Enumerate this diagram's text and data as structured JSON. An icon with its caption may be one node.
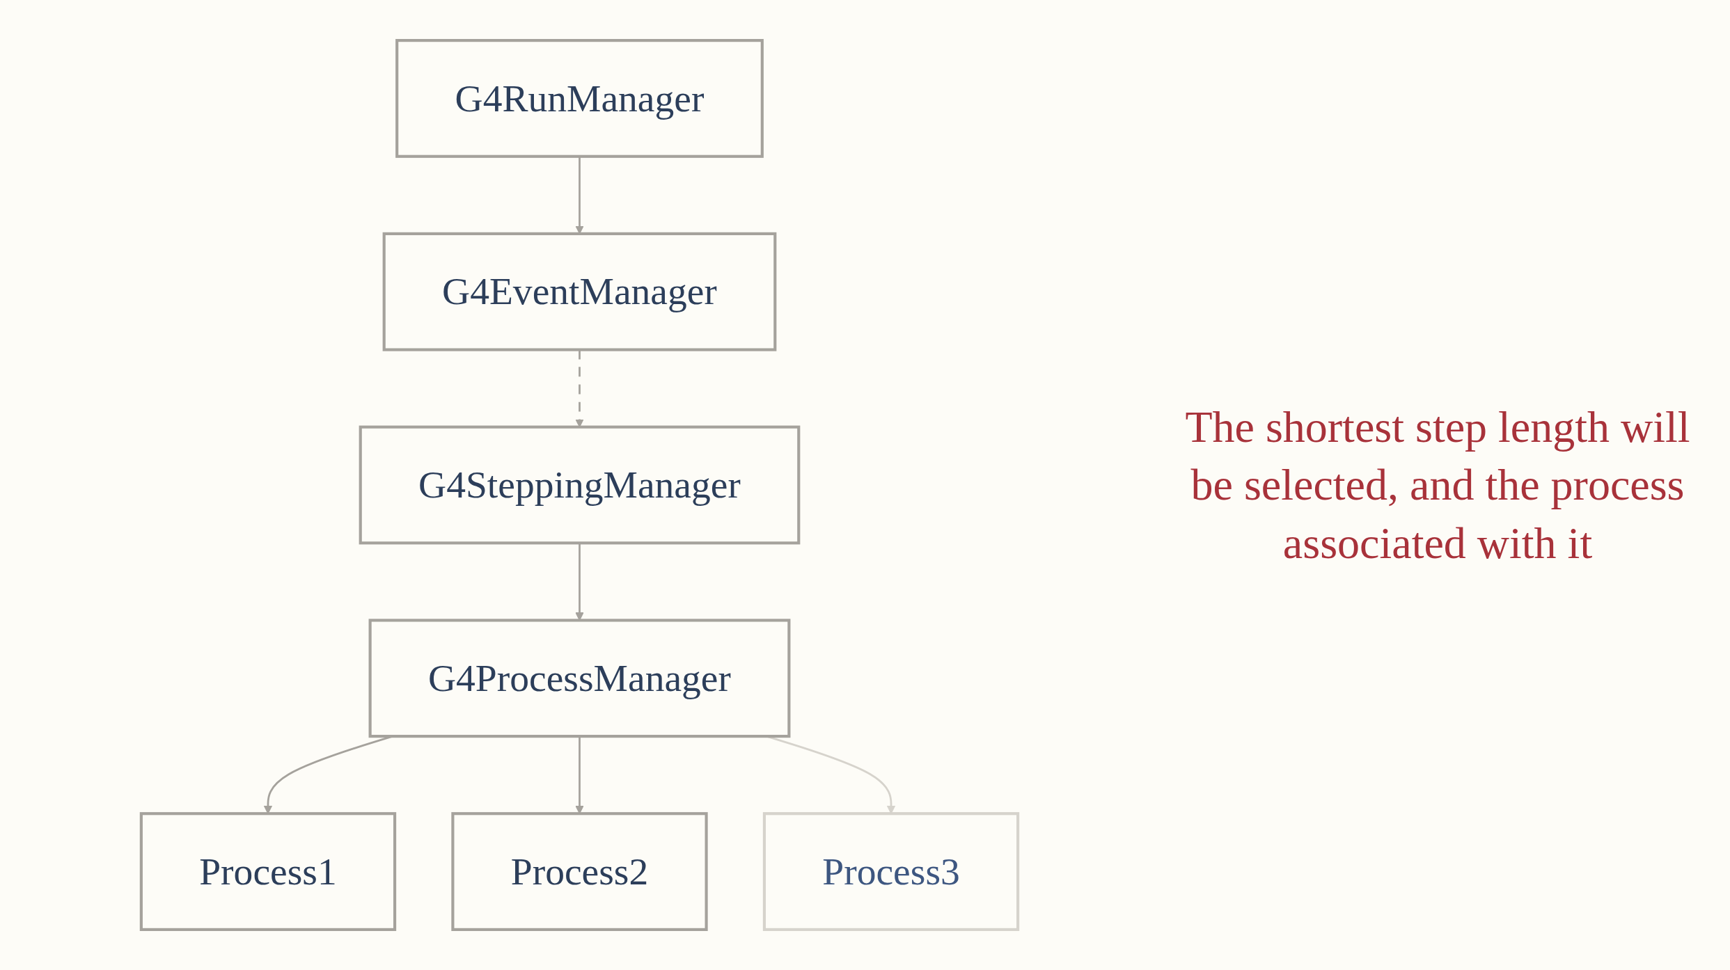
{
  "diagram": {
    "nodes": [
      {
        "text": [
          "G4RunManager"
        ]
      },
      {
        "text": [
          "G4EventManager"
        ]
      },
      {
        "text": [
          "G4SteppingManager"
        ]
      },
      {
        "text": [
          "G4ProcessManager"
        ]
      },
      {
        "text": [
          "Process1"
        ]
      },
      {
        "text": [
          "Process2"
        ]
      },
      {
        "text": [
          "Process3"
        ]
      }
    ],
    "edges": [
      {
        "from": 0,
        "to": 1,
        "arrow": "to"
      },
      {
        "from": 1,
        "to": 2,
        "arrow": "to",
        "style": "dashed"
      },
      {
        "from": 2,
        "to": 3,
        "arrow": "to"
      },
      {
        "from": 3,
        "to": 4,
        "arrow": "to"
      },
      {
        "from": 3,
        "to": 5,
        "arrow": "to"
      },
      {
        "from": 3,
        "to": 6,
        "arrow": "to",
        "color": "#d6d3cc"
      }
    ],
    "labels": [
      "The shortest step length will be selected, and the process associated with it"
    ]
  }
}
